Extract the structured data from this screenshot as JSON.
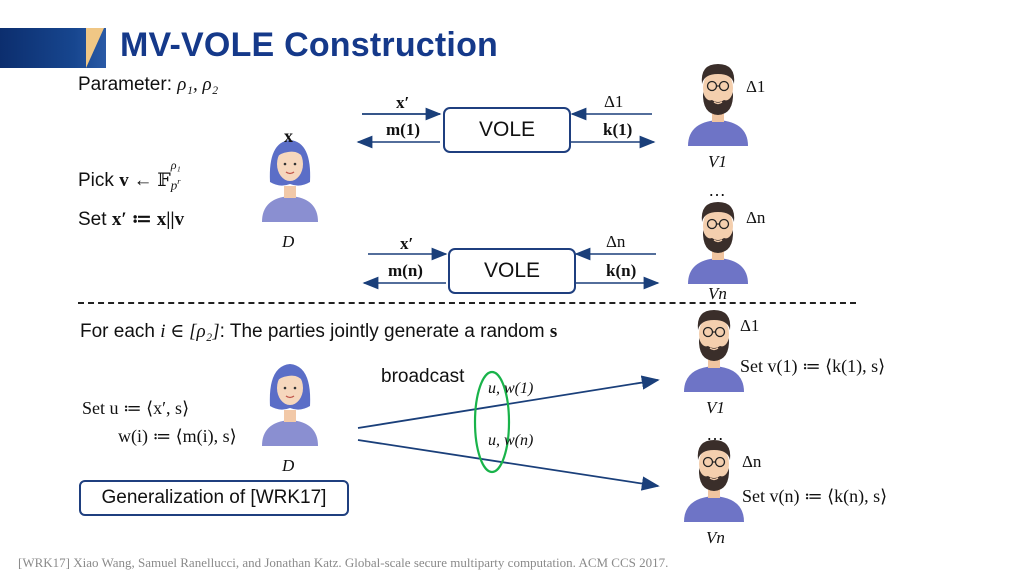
{
  "title": "MV-VOLE Construction",
  "parameter_label": "Parameter: ",
  "parameter_vars": "ρ₁, ρ₂",
  "pick_label": "Pick ",
  "pick_expr_v": "v",
  "pick_arrow": " ← 𝔽",
  "pick_sub": "p",
  "pick_sub_sup": "r",
  "pick_sup": "ρ₁",
  "set_label": "Set ",
  "set_expr": "x′ ≔ x||v",
  "dealer_top_label": "x",
  "dealer_name": "D",
  "vole_label": "VOLE",
  "vole1": {
    "in": "x′",
    "out": "m(1)",
    "delta": "Δ1",
    "key": "k(1)"
  },
  "voleN": {
    "in": "x′",
    "out": "m(n)",
    "delta": "Δn",
    "key": "k(n)"
  },
  "verifier1": {
    "name": "V1",
    "delta": "Δ1"
  },
  "verifierN": {
    "name": "Vn",
    "delta": "Δn"
  },
  "ellipsis": "…",
  "for_each_text_a": "For each ",
  "for_each_math": "i ∈ [ρ₂]",
  "for_each_text_b": ": The parties jointly generate a random ",
  "for_each_s": "s",
  "broadcast_label": "broadcast",
  "bcast1": "u, w(1)",
  "bcastN": "u, w(n)",
  "set_u": "Set u ≔ ⟨x′, s⟩",
  "set_w": "w(i) ≔ ⟨m(i), s⟩",
  "v1_set": "Set v(1) ≔ ⟨k(1), s⟩",
  "vn_set": "Set v(n) ≔ ⟨k(n), s⟩",
  "generalization": "Generalization of [WRK17]",
  "footer": "[WRK17] Xiao Wang, Samuel Ranellucci, and Jonathan Katz. Global-scale secure multiparty computation. ACM CCS 2017.",
  "colors": {
    "title": "#15398a",
    "arrow": "#1a3f7a",
    "ellipse": "#19b34a",
    "avatar_shirt": "#8a8fd1"
  }
}
